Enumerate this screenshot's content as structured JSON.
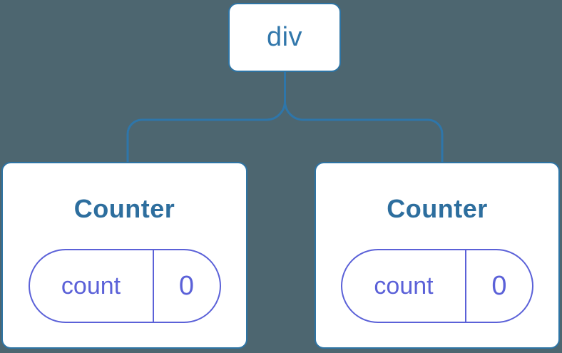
{
  "colors": {
    "background": "#4D6670",
    "connector": "#2E76AA",
    "card_border": "#2E74A4",
    "card_background": "#FFFFFF",
    "root_text": "#3177AB",
    "title_text": "#2D6E9E",
    "state_accent": "#5B61D8"
  },
  "tree": {
    "root": {
      "label": "div"
    },
    "children": [
      {
        "title": "Counter",
        "state": {
          "key": "count",
          "value": "0"
        }
      },
      {
        "title": "Counter",
        "state": {
          "key": "count",
          "value": "0"
        }
      }
    ]
  }
}
